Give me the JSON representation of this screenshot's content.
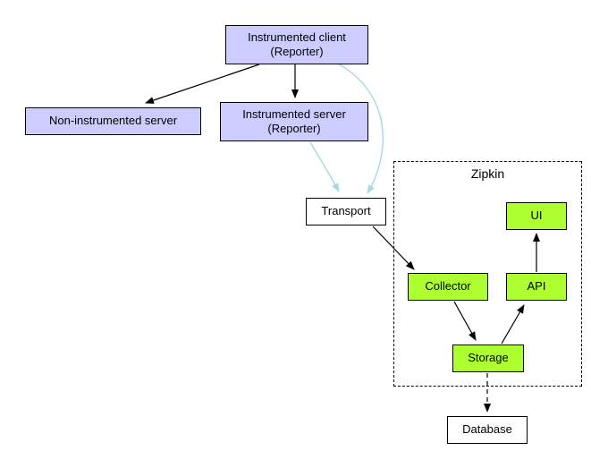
{
  "diagram": {
    "cluster": {
      "label": "Zipkin",
      "border_style": "dashed",
      "border_color": "#000000"
    },
    "nodes": {
      "instrumented_client": {
        "label": "Instrumented client\n(Reporter)",
        "fill": "#ccccff"
      },
      "non_instrumented_server": {
        "label": "Non-instrumented server",
        "fill": "#ccccff"
      },
      "instrumented_server": {
        "label": "Instrumented server\n(Reporter)",
        "fill": "#ccccff"
      },
      "transport": {
        "label": "Transport",
        "fill": "#ffffff"
      },
      "ui": {
        "label": "UI",
        "fill": "#adff2f"
      },
      "collector": {
        "label": "Collector",
        "fill": "#adff2f"
      },
      "api": {
        "label": "API",
        "fill": "#adff2f"
      },
      "storage": {
        "label": "Storage",
        "fill": "#adff2f"
      },
      "database": {
        "label": "Database",
        "fill": "#ffffff"
      }
    },
    "edges": [
      {
        "from": "instrumented_client",
        "to": "non_instrumented_server",
        "style": "solid",
        "color": "#000000"
      },
      {
        "from": "instrumented_client",
        "to": "instrumented_server",
        "style": "solid",
        "color": "#000000"
      },
      {
        "from": "instrumented_client",
        "to": "transport",
        "style": "curved",
        "color": "#a6d9e2"
      },
      {
        "from": "instrumented_server",
        "to": "transport",
        "style": "curved",
        "color": "#a6d9e2"
      },
      {
        "from": "transport",
        "to": "collector",
        "style": "solid",
        "color": "#000000"
      },
      {
        "from": "collector",
        "to": "storage",
        "style": "solid",
        "color": "#000000"
      },
      {
        "from": "storage",
        "to": "api",
        "style": "solid",
        "color": "#000000"
      },
      {
        "from": "api",
        "to": "ui",
        "style": "solid",
        "color": "#000000"
      },
      {
        "from": "storage",
        "to": "database",
        "style": "dashed",
        "color": "#000000"
      }
    ],
    "colors": {
      "instrumented_fill": "#ccccff",
      "zipkin_component_fill": "#adff2f",
      "plain_fill": "#ffffff",
      "border": "#000000",
      "reporter_edge": "#a6d9e2",
      "edge": "#000000"
    }
  }
}
